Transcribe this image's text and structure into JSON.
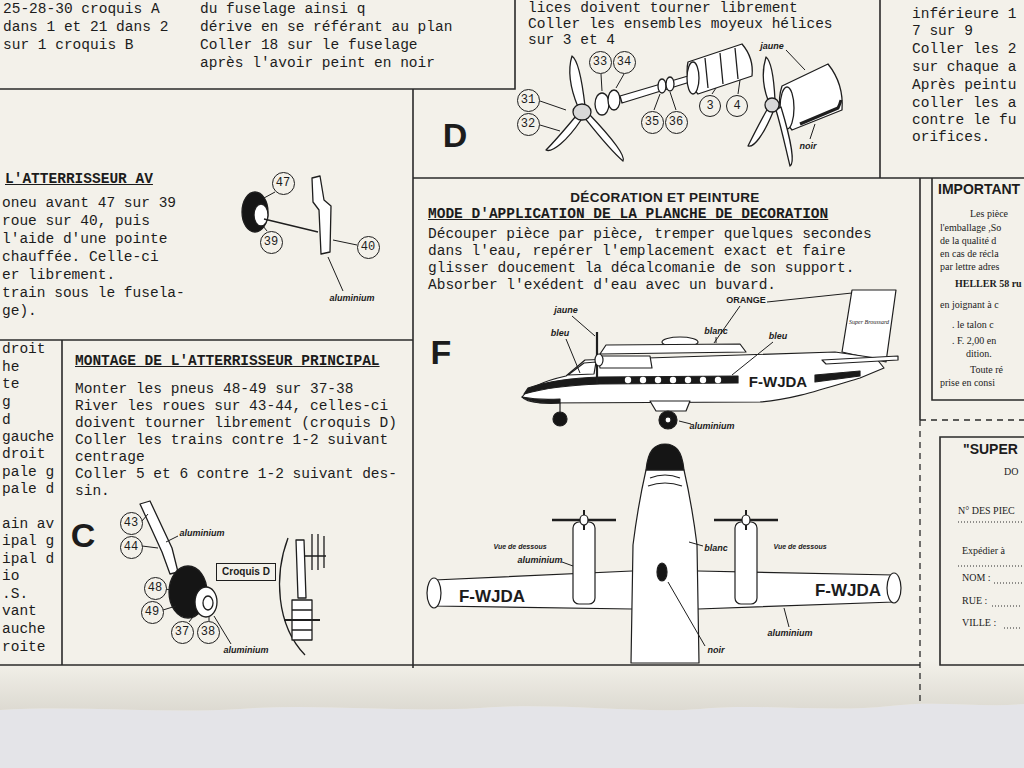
{
  "diagram": {
    "nodes": [
      {
        "text": [
          "25-28-30 croquis A dans 1 et 21 dans 2 sur 1 croquis B",
          "du fuselage ainsi q",
          "dérive en se référant au plan",
          "Coller 18 sur le fuselage après l'avoir peint en noir"
        ]
      },
      {
        "text": [
          "lices doivent tourner librement",
          "Coller les ensembles moyeux hélices sur 3 et 4"
        ]
      },
      {
        "text": [
          "33"
        ],
        "in": 1
      },
      {
        "text": [
          "34"
        ],
        "in": 1
      },
      {
        "text": [
          "31"
        ],
        "in": 1
      },
      {
        "text": [
          "32"
        ],
        "in": 1
      },
      {
        "text": [
          "35"
        ],
        "in": 1
      },
      {
        "text": [
          "36"
        ],
        "in": 1
      },
      {
        "text": [
          "3"
        ],
        "in": 1
      },
      {
        "text": [
          "4"
        ],
        "in": 1
      },
      {
        "text": [
          "inférieure 1",
          "7 sur 9",
          "Coller les 2",
          "sur chaque a",
          "Après peintu",
          "coller les a",
          "contre le fu",
          "orifices."
        ]
      },
      {
        "text": [
          "L'ATTERRISSEUR AV",
          "oneu avant 47 sur 39",
          "roue sur 40, puis",
          "l'aide d'une pointe",
          "chauffée. Celle-ci",
          "er librement.",
          "train sous le fusela-",
          "ge)."
        ]
      },
      {
        "text": [
          "47"
        ],
        "in": 11
      },
      {
        "text": [
          "39"
        ],
        "in": 11
      },
      {
        "text": [
          "40"
        ],
        "in": 11
      },
      {
        "text": [
          "DÉCORATION ET PEINTURE",
          "MODE D'APPLICATION DE LA PLANCHE DE DECORATION",
          "Découper pièce par pièce, tremper quelques secondes dans l'eau, repérer l'emplacement exact et faire glisser doucement la décalcomanie de son support. Absorber l'exédent d'eau avec un buvard."
        ]
      },
      {
        "text": [
          "IMPORTANT",
          "Les pièce",
          "l'emballage ,So",
          "de la qualité d",
          "en cas de récla",
          "par lettre adres",
          "HELLER 58 ru",
          "en joignant à c",
          ". le talon c",
          ". F. 2,00 en",
          "dition.",
          "Toute ré",
          "prise en consi"
        ]
      },
      {
        "text": [
          "droit",
          "he",
          "te",
          "g",
          "d",
          "gauche",
          "droit",
          "pale g",
          "pale d",
          "ain av",
          "ipal g",
          "ipal d",
          "io",
          ".S.",
          "vant",
          "auche",
          "roite"
        ]
      },
      {
        "text": [
          "MONTAGE DE L'ATTERRISSEUR PRINCIPAL",
          "Monter les pneus 48-49 sur 37-38",
          "River les roues sur 43-44, celles-ci doivent tourner librement (croquis D)",
          "Coller les trains contre 1-2 suivant centrage",
          "Coller 5 et 6 contre 1-2 suivant des- sin."
        ]
      },
      {
        "text": [
          "43"
        ],
        "in": 18
      },
      {
        "text": [
          "44"
        ],
        "in": 18
      },
      {
        "text": [
          "48"
        ],
        "in": 18
      },
      {
        "text": [
          "49"
        ],
        "in": 18
      },
      {
        "text": [
          "37"
        ],
        "in": 18
      },
      {
        "text": [
          "38"
        ],
        "in": 18
      },
      {
        "text": [
          "Croquis D"
        ],
        "in": 18
      },
      {
        "text": [
          "\"SUPER",
          "DO",
          "N° DES PIEC",
          "Expédier à",
          "NOM :",
          "RUE :",
          "VILLE :"
        ]
      }
    ],
    "labels": [
      "D",
      "jaune",
      "noir",
      "aluminium",
      "ORANGE",
      "jaune",
      "bleu",
      "blanc",
      "bleu",
      "Super Broussard",
      "F-WJDA",
      "aluminium",
      "F",
      "Vue de dessous",
      "Vue de dessous",
      "aluminium",
      "blanc",
      "F-WJDA",
      "F-WJDA",
      "aluminium",
      "noir",
      "C",
      "aluminium",
      "aluminium"
    ]
  }
}
